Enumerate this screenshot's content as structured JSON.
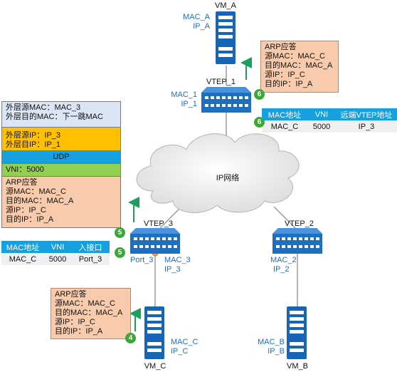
{
  "nodes": {
    "vm_a": {
      "name": "VM_A",
      "mac": "MAC_A",
      "ip": "IP_A"
    },
    "vm_b": {
      "name": "VM_B",
      "mac": "MAC_B",
      "ip": "IP_B"
    },
    "vm_c": {
      "name": "VM_C",
      "mac": "MAC_C",
      "ip": "IP_C"
    },
    "vtep_1": {
      "name": "VTEP_1",
      "mac": "MAC_1",
      "ip": "IP_1"
    },
    "vtep_2": {
      "name": "VTEP_2",
      "mac": "MAC_2",
      "ip": "IP_2"
    },
    "vtep_3": {
      "name": "VTEP_3",
      "mac": "MAC_3",
      "ip": "IP_3",
      "port": "Port_3"
    }
  },
  "network": {
    "label": "IP网络"
  },
  "arp_reply_top": {
    "lines": [
      "ARP应答",
      "源MAC：MAC_C",
      "目的MAC：MAC_A",
      "源IP：IP_C",
      "目的IP：IP_A"
    ]
  },
  "arp_reply_bottom": {
    "lines": [
      "ARP应答",
      "源MAC：MAC_C",
      "目的MAC：MAC_A",
      "源IP：IP_C",
      "目的IP：IP_A"
    ]
  },
  "packet_stack": {
    "outer_mac": [
      "外层源MAC：MAC_3",
      "外层目的MAC：下一跳MAC"
    ],
    "outer_ip": [
      "外层源IP：IP_3",
      "外层目IP：IP_1"
    ],
    "udp": "UDP",
    "vni": "VNI：5000",
    "arp": [
      "ARP应答",
      "源MAC：MAC_C",
      "目的MAC：MAC_A",
      "源IP：IP_C",
      "目的IP：IP_A"
    ]
  },
  "table_vtep1": {
    "headers": [
      "MAC地址",
      "VNI",
      "远端VTEP地址"
    ],
    "row": [
      "MAC_C",
      "5000",
      "IP_3"
    ]
  },
  "table_vtep3": {
    "headers": [
      "MAC地址",
      "VNI",
      "入接口"
    ],
    "row": [
      "MAC_C",
      "5000",
      "Port_3"
    ]
  },
  "steps": {
    "s4": "4",
    "s5a": "5",
    "s5b": "5",
    "s6a": "6",
    "s6b": "6"
  },
  "colors": {
    "server": "#1565b8",
    "switch": "#1d6fc2",
    "step": "#3aa935",
    "arrow": "#1aa05a",
    "arp_box": "#f8cbad",
    "outer_ip": "#ffc000",
    "udp": "#17a0df",
    "vni": "#92d050"
  }
}
